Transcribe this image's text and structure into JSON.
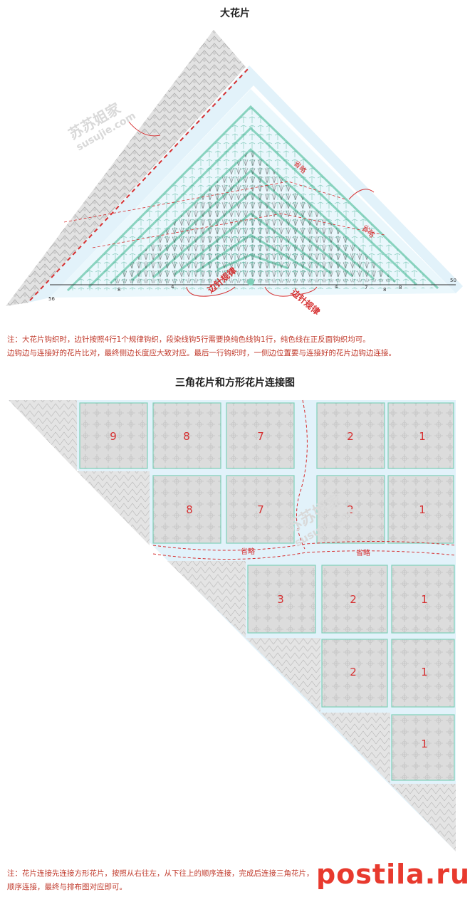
{
  "titles": {
    "top": "大花片",
    "middle": "三角花片和方形花片连接图"
  },
  "diagram1": {
    "labels": {
      "omit_a": "省略",
      "omit_b": "省略",
      "edge_rule_a": "边针规律",
      "edge_rule_b": "边针规律"
    },
    "row_numbers": [
      "56",
      "50",
      "8",
      "4",
      "4",
      "8",
      "7",
      "8"
    ]
  },
  "note1": {
    "line1": "注：大花片钩织时，边针按照4行1个规律钩织，段染线钩5行需要换纯色线钩1行，纯色线在正反面钩织均可。",
    "line2": "边钩边与连接好的花片比对，最终侧边长度应大致对应。最后一行钩织时，一侧边位置要与连接好的花片边钩边连接。"
  },
  "diagram2": {
    "squares": [
      {
        "num": "9"
      },
      {
        "num": "8"
      },
      {
        "num": "7"
      },
      {
        "num": "2"
      },
      {
        "num": "1"
      },
      {
        "num": "8"
      },
      {
        "num": "7"
      },
      {
        "num": "2"
      },
      {
        "num": "1"
      },
      {
        "num": "3"
      },
      {
        "num": "2"
      },
      {
        "num": "1"
      },
      {
        "num": "2"
      },
      {
        "num": "1"
      },
      {
        "num": "1"
      }
    ],
    "omit_a": "省略",
    "omit_b": "省略"
  },
  "note2": {
    "line1": "注：花片连接先连接方形花片，按照从右往左，从下往上的顺序连接，完成后连接三角花片，",
    "line2": "顺序连接，最终与排布图对应即可。"
  },
  "watermark": {
    "cn": "苏苏姐家",
    "en": "susujie.com"
  },
  "logo": "postila.ru",
  "colors": {
    "gray_fill": "#e2e2e2",
    "mint": "#8fd6c4",
    "light_blue": "#e2f2fa",
    "red": "#d63031"
  }
}
